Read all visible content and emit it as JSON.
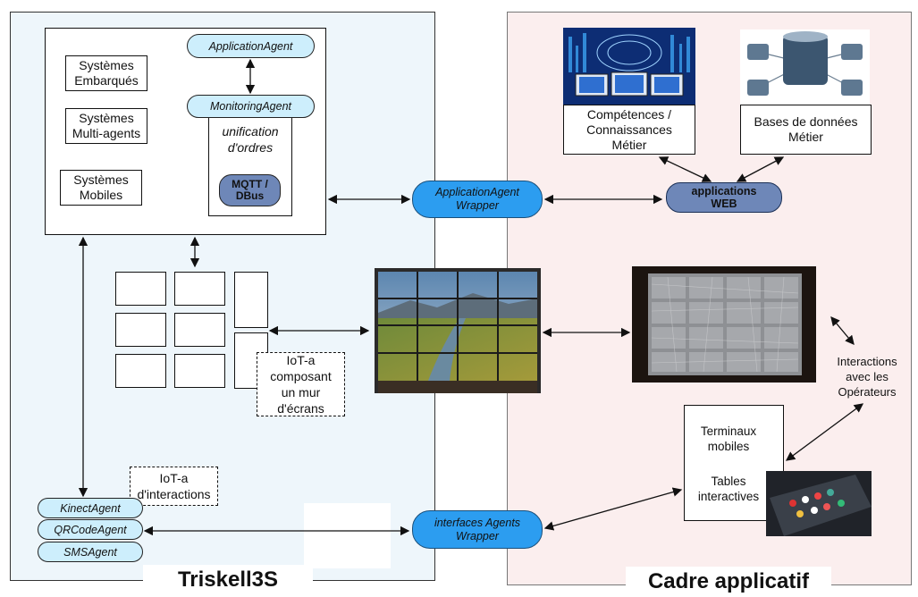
{
  "panels": {
    "left_title": "Triskell3S",
    "right_title": "Cadre applicatif"
  },
  "systems": {
    "embedded": "Systèmes\nEmbarqués",
    "multi_agent": "Systèmes\nMulti-agents",
    "mobile": "Systèmes\nMobiles"
  },
  "agents": {
    "application_agent": "ApplicationAgent",
    "monitoring_agent": "MonitoringAgent",
    "unification": "unification\nd'ordres",
    "mqtt": "MQTT /\nDBus",
    "kinect": "KinectAgent",
    "qrcode": "QRCodeAgent",
    "sms": "SMSAgent"
  },
  "wrappers": {
    "app_wrapper": "ApplicationAgent\nWrapper",
    "interfaces_wrapper": "interfaces Agents\nWrapper"
  },
  "iot": {
    "wall": "IoT-a\ncomposant\nun mur\nd'écrans",
    "interactions": "IoT-a\nd'interactions"
  },
  "right": {
    "competences": "Compétences /\nConnaissances\nMétier",
    "databases": "Bases de données\nMétier",
    "web_apps": "applications\nWEB",
    "operators": "Interactions\navec les\nOpérateurs",
    "terminals": "Terminaux\nmobiles",
    "tables": "Tables\ninteractives"
  },
  "colors": {
    "left_bg": "#eef6fb",
    "right_bg": "#fbeeee",
    "agent_light": "#cdeefc",
    "wrapper_blue": "#2c9df0",
    "web_pill": "#6e87b8"
  }
}
